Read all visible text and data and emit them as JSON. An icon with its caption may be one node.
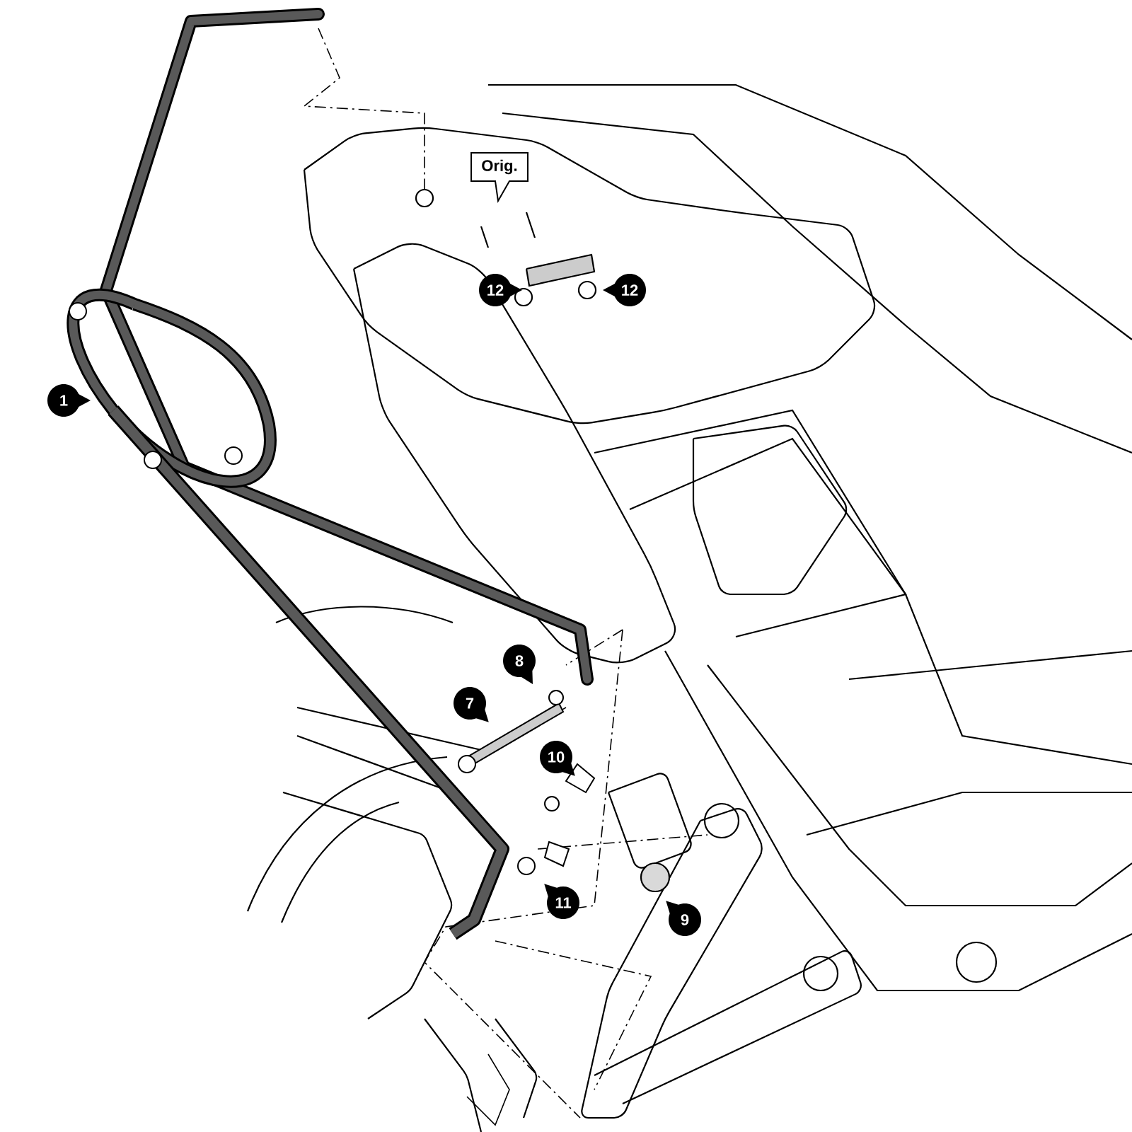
{
  "diagram": {
    "labels": [
      "Orig.",
      "12",
      "12",
      "1",
      "8",
      "7",
      "10",
      "11",
      "9"
    ]
  }
}
